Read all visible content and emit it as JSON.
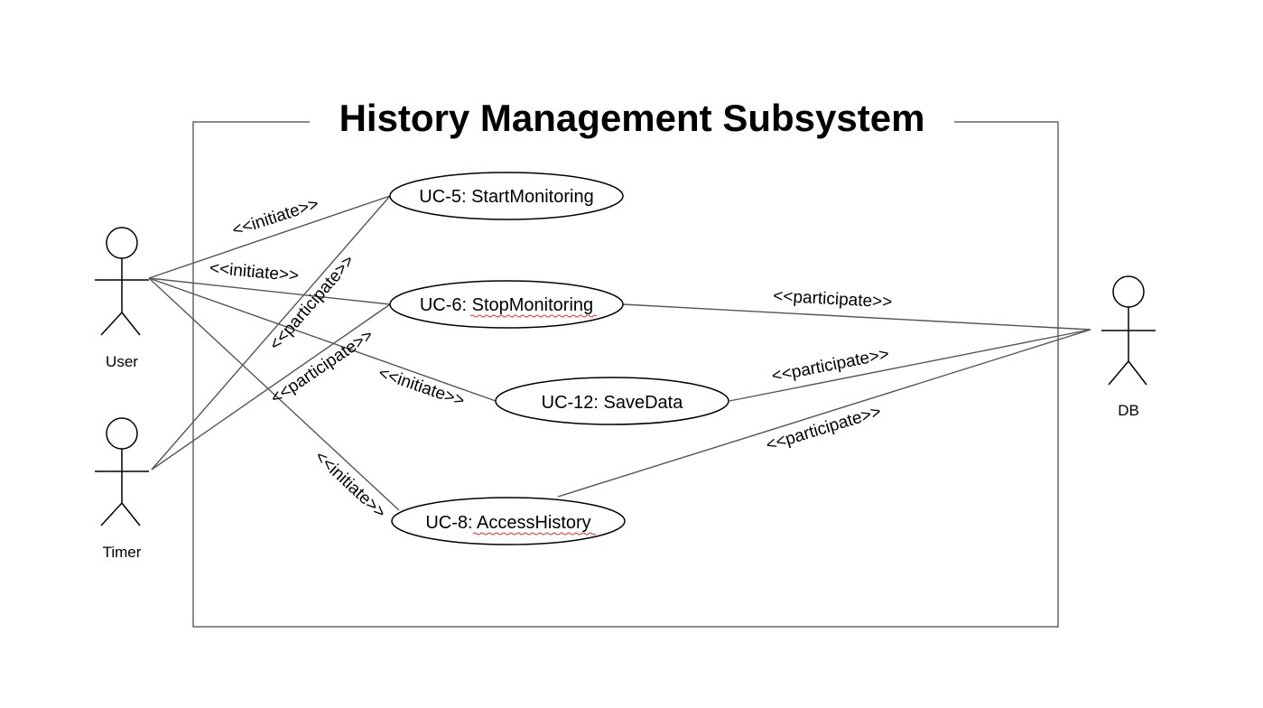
{
  "diagram": {
    "title": "History Management Subsystem",
    "actors": {
      "user": "User",
      "timer": "Timer",
      "db": "DB"
    },
    "use_cases": {
      "uc5": "UC-5: StartMonitoring",
      "uc6": "UC-6: StopMonitoring",
      "uc12": "UC-12: SaveData",
      "uc8": "UC-8: AccessHistory"
    },
    "relations": {
      "user_uc5": "<<initiate>>",
      "user_uc6": "<<initiate>>",
      "user_uc12": "<<initiate>>",
      "user_uc8": "<<initiate>>",
      "timer_uc5": "<<participate>>",
      "timer_uc6": "<<participate>>",
      "uc6_db": "<<participate>>",
      "uc12_db": "<<participate>>",
      "uc8_db": "<<participate>>"
    }
  }
}
